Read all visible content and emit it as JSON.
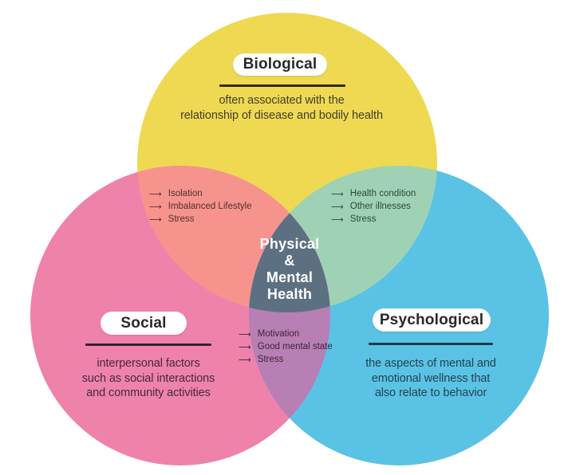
{
  "diagram": {
    "background": "#ffffff",
    "pill_bg": "#ffffff",
    "pill_text_color": "#282828",
    "arrow_icon": "⟶",
    "center": {
      "lines": [
        "Physical",
        "&",
        "Mental",
        "Health"
      ],
      "color": "#5c7082",
      "text_color": "#ffffff"
    },
    "circles": [
      {
        "id": "biological",
        "label": "Biological",
        "color": "#efd952",
        "underline_color": "#2e2b1d",
        "text_color": "#423e2d",
        "description": [
          "often associated with the",
          "relationship of disease and bodily health"
        ]
      },
      {
        "id": "social",
        "label": "Social",
        "color": "#ef82ab",
        "underline_color": "#3a1f31",
        "text_color": "#442a39",
        "description": [
          "interpersonal factors",
          "such as social interactions",
          "and community activities"
        ]
      },
      {
        "id": "psychological",
        "label": "Psychological",
        "color": "#5ac3e5",
        "underline_color": "#1d3a4e",
        "text_color": "#23434f",
        "description": [
          "the aspects of mental and",
          "emotional wellness that",
          "also relate to behavior"
        ]
      }
    ],
    "intersections": [
      {
        "id": "biological-social",
        "color": "#f7938d",
        "text_color": "#4c3330",
        "items": [
          "Isolation",
          "Imbalanced Lifestyle",
          "Stress"
        ]
      },
      {
        "id": "biological-psychological",
        "color": "#9fd2b4",
        "text_color": "#2d473b",
        "items": [
          "Health condition",
          "Other illnesses",
          "Stress"
        ]
      },
      {
        "id": "social-psychological",
        "color": "#b77fb4",
        "text_color": "#3c2539",
        "items": [
          "Motivation",
          "Good mental state",
          "Stress"
        ]
      }
    ]
  }
}
